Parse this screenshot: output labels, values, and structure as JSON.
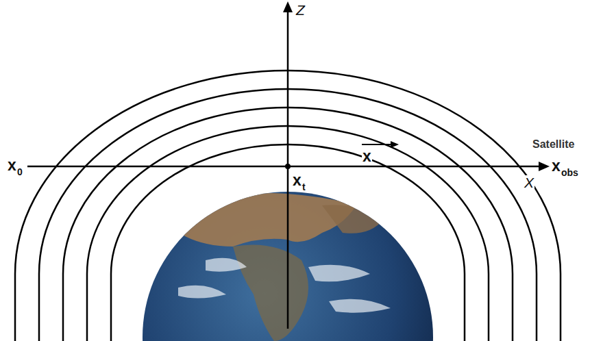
{
  "diagram": {
    "labels": [
      "Z",
      "x",
      "0",
      "x",
      "t",
      "x",
      "X",
      "Satellite",
      "x",
      "obs"
    ]
  }
}
